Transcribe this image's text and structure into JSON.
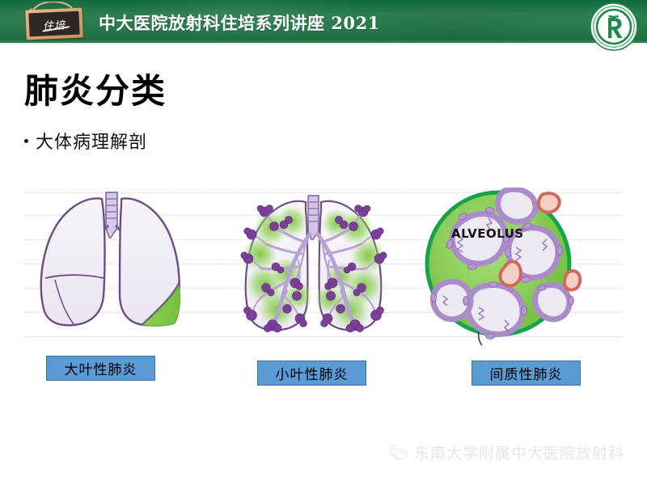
{
  "header": {
    "band_color": "#2e7d52",
    "title": "中大医院放射科住培系列讲座 2021",
    "blackboard_text": "住培",
    "blackboard_icon_name": "hanging-blackboard-icon",
    "seal_icon_name": "hospital-seal-logo",
    "seal_color": "#1f8a4c"
  },
  "slide": {
    "title": "肺炎分类",
    "bullet": "大体病理解剖"
  },
  "figures": [
    {
      "id": "lobar",
      "icon_name": "lobar-pneumonia-lung-illustration",
      "caption": "大叶性肺炎",
      "description": "两肺轮廓，右下叶大片绿色实变",
      "lung_fill": "#f1eef7",
      "outline_color": "#6b4e86",
      "consolidation_color": "#7dc242"
    },
    {
      "id": "lobular",
      "icon_name": "bronchopneumonia-lung-illustration",
      "caption": "小叶性肺炎",
      "description": "支气管树末端散在紫色小叶病灶伴绿色炎性晕",
      "lung_fill": "#f4f2f8",
      "outline_color": "#6b4e86",
      "bronchi_color": "#b9a3d4",
      "nodule_color": "#7b3f98",
      "halo_color": "#7dc242"
    },
    {
      "id": "interstitial",
      "icon_name": "interstitial-pneumonia-alveoli-illustration",
      "caption": "间质性肺炎",
      "description": "肺泡横断面，间质增厚呈绿色",
      "alveolus_label": "ALVEOLUS",
      "ring_color": "#16a34a",
      "interstitium_color": "#8ece61",
      "alveolus_fill": "#ece9f3",
      "wall_color": "#a98cc8",
      "capillary_color": "#cf6a5a"
    }
  ],
  "labels": {
    "box_fill": "#5b9bd5",
    "box_border": "#41719c"
  },
  "footer": {
    "icon_name": "wechat-icon",
    "text": "东南大学附属中大医院放射科",
    "text_color": "#e3e6ea"
  },
  "gridlines": {
    "count": 7,
    "color": "#b9b4c7",
    "style": "dotted"
  }
}
